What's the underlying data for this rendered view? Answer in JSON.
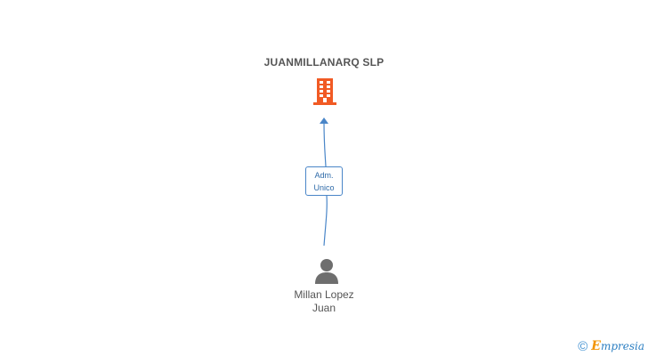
{
  "company": {
    "name": "JUANMILLANARQ SLP",
    "icon": "building-icon",
    "icon_color": "#f15a24"
  },
  "relation": {
    "role_line1": "Adm.",
    "role_line2": "Unico",
    "line_color": "#4a86c8"
  },
  "person": {
    "name_line1": "Millan Lopez",
    "name_line2": "Juan",
    "icon": "person-icon",
    "icon_color": "#6e6e6e"
  },
  "footer": {
    "copyright_symbol": "©",
    "brand_initial": "E",
    "brand_rest": "mpresia"
  }
}
